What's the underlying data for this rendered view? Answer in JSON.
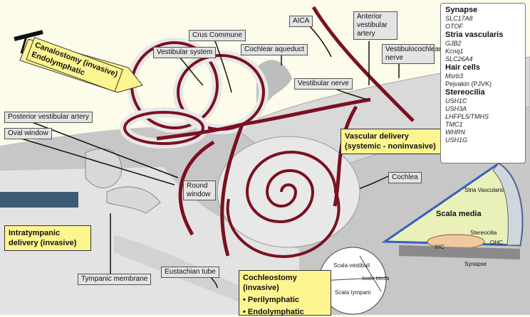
{
  "labels": {
    "crus_commune": "Crus Commune",
    "vestibular_system": "Vestibular system",
    "cochlear_aqueduct": "Cochlear aqueduct",
    "aica": "AICA",
    "anterior_vestibular_artery": "Anterior vestibular artery",
    "vestibulocochlear_nerve": "Vestibulocochlear nerve",
    "vestibular_nerve": "Vestibular nerve",
    "posterior_vestibular_artery": "Posterior vestibular artery",
    "oval_window": "Oval window",
    "round_window": "Round window",
    "cochlea": "Cochlea",
    "tympanic_membrane": "Tympanic membrane",
    "eustachian_tube": "Eustachian tube"
  },
  "delivery": {
    "canalostomy_line1": "Canalostomy (invasive)",
    "canalostomy_line2": "Endolymphatic",
    "vascular_line1": "Vascular delivery",
    "vascular_line2": "(systemic - noninvasive)",
    "intratympanic_line1": "Intratympanic",
    "intratympanic_line2": "delivery (invasive)",
    "cochleostomy_title": "Cochleostomy (invasive)",
    "cochleostomy_item1": "• Perilymphatic",
    "cochleostomy_item2": "• Endolymphatic"
  },
  "genes": [
    {
      "heading": "Synapse",
      "items": [
        {
          "t": "SLC17A8",
          "italic": true
        },
        {
          "t": "OTOF",
          "italic": true
        }
      ]
    },
    {
      "heading": "Stria vascularis",
      "items": [
        {
          "t": "GJB2",
          "italic": true
        },
        {
          "t": "Kcnq1",
          "italic": true
        },
        {
          "t": "SLC26A4",
          "italic": true
        }
      ]
    },
    {
      "heading": "Hair cells",
      "items": [
        {
          "t": "Msrb3",
          "italic": true
        },
        {
          "t": "Pejvakin (PJVK)",
          "italic": false
        }
      ]
    },
    {
      "heading": "Stereocilia",
      "items": [
        {
          "t": "USH1C",
          "italic": true
        },
        {
          "t": "USH3A",
          "italic": true
        },
        {
          "t": "LHFPL5/TMHS",
          "italic": true
        },
        {
          "t": "TMC1",
          "italic": true
        },
        {
          "t": "WHRN",
          "italic": true
        },
        {
          "t": "USH1G",
          "italic": true
        }
      ]
    }
  ],
  "cross_section": {
    "scala_vestibuli": "Scala vestibuli",
    "scala_media": "Scala Media",
    "scala_tympani": "Scala tympani"
  },
  "organ": {
    "stria_vascularis": "Stria Vascularis",
    "scala_media": "Scala media",
    "stereocilia": "Stereocilia",
    "ihc": "IHC",
    "ohc": "OHC",
    "synapse": "Synapse"
  },
  "colors": {
    "vessel": "#7a1020",
    "highlight_yellow": "#fdf58f",
    "label_grey": "#e4e4e4",
    "scala_media_fill": "#e9f1b9",
    "organ_border": "#3a5fbf"
  }
}
